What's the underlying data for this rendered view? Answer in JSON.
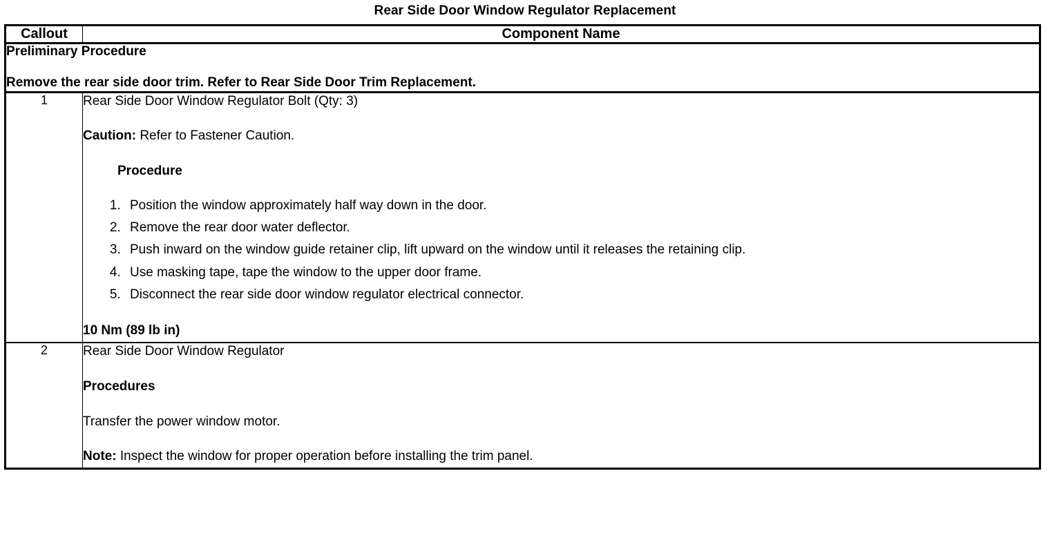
{
  "document": {
    "title": "Rear Side Door Window Regulator Replacement"
  },
  "table": {
    "headers": {
      "callout": "Callout",
      "component_name": "Component Name"
    },
    "preliminary": {
      "heading": "Preliminary Procedure",
      "text": "Remove the rear side door trim. Refer to Rear Side Door Trim Replacement."
    },
    "rows": [
      {
        "callout": "1",
        "component_title": "Rear Side Door Window Regulator Bolt (Qty: 3)",
        "caution_label": "Caution:",
        "caution_text": " Refer to Fastener Caution.",
        "procedure_heading": "Procedure",
        "steps": [
          "Position the window approximately half way down in the door.",
          "Remove the rear door water deflector.",
          "Push inward on the window guide retainer clip, lift upward on the window until it releases the retaining clip.",
          "Use masking tape, tape the window to the upper door frame.",
          "Disconnect the rear side door window regulator electrical connector."
        ],
        "torque": "10 Nm (89 lb in)"
      },
      {
        "callout": "2",
        "component_title": "Rear Side Door Window Regulator",
        "procedures_heading": "Procedures",
        "body_text": "Transfer the power window motor.",
        "note_label": "Note:",
        "note_text": " Inspect the window for proper operation before installing the trim panel."
      }
    ]
  }
}
